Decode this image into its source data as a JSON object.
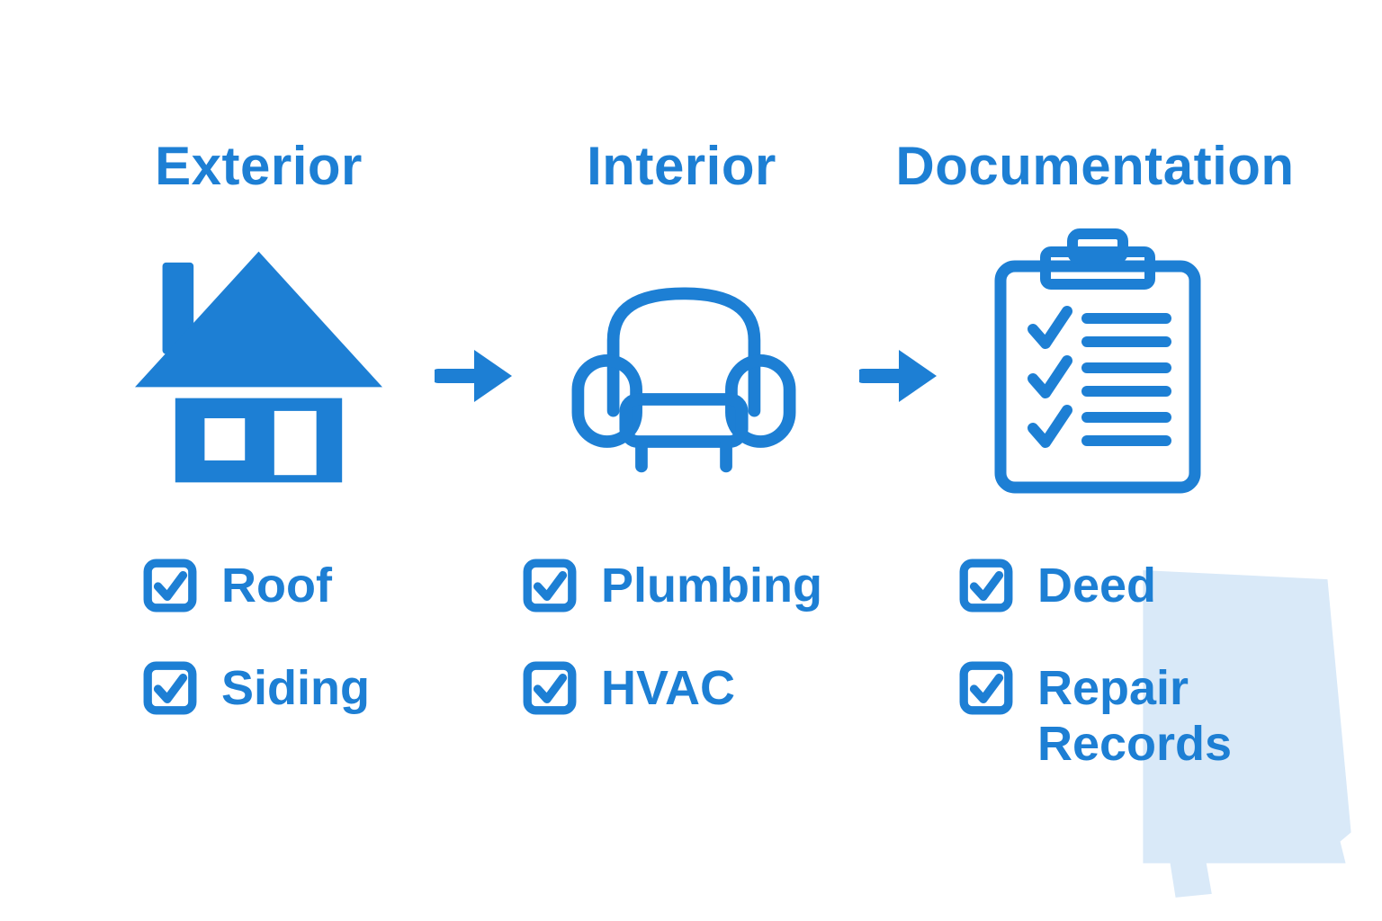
{
  "palette": {
    "accent": "#1d7fd4",
    "watermark": "#d9e9f8",
    "background": "#ffffff"
  },
  "diagram": {
    "type": "process-flow-checklist",
    "columns": [
      {
        "title": "Exterior",
        "icon": "house-icon",
        "items": [
          "Roof",
          "Siding"
        ]
      },
      {
        "title": "Interior",
        "icon": "armchair-icon",
        "items": [
          "Plumbing",
          "HVAC"
        ]
      },
      {
        "title": "Documentation",
        "icon": "clipboard-checklist-icon",
        "items": [
          "Deed",
          "Repair Records"
        ]
      }
    ],
    "connectors": [
      "right-arrow-icon",
      "right-arrow-icon"
    ],
    "checkbox_state": "checked",
    "watermark": "alabama-state-silhouette"
  },
  "columns": [
    {
      "title": "Exterior",
      "items": [
        "Roof",
        "Siding"
      ]
    },
    {
      "title": "Interior",
      "items": [
        "Plumbing",
        "HVAC"
      ]
    },
    {
      "title": "Documentation",
      "items": [
        "Deed",
        "Repair Records"
      ]
    }
  ]
}
